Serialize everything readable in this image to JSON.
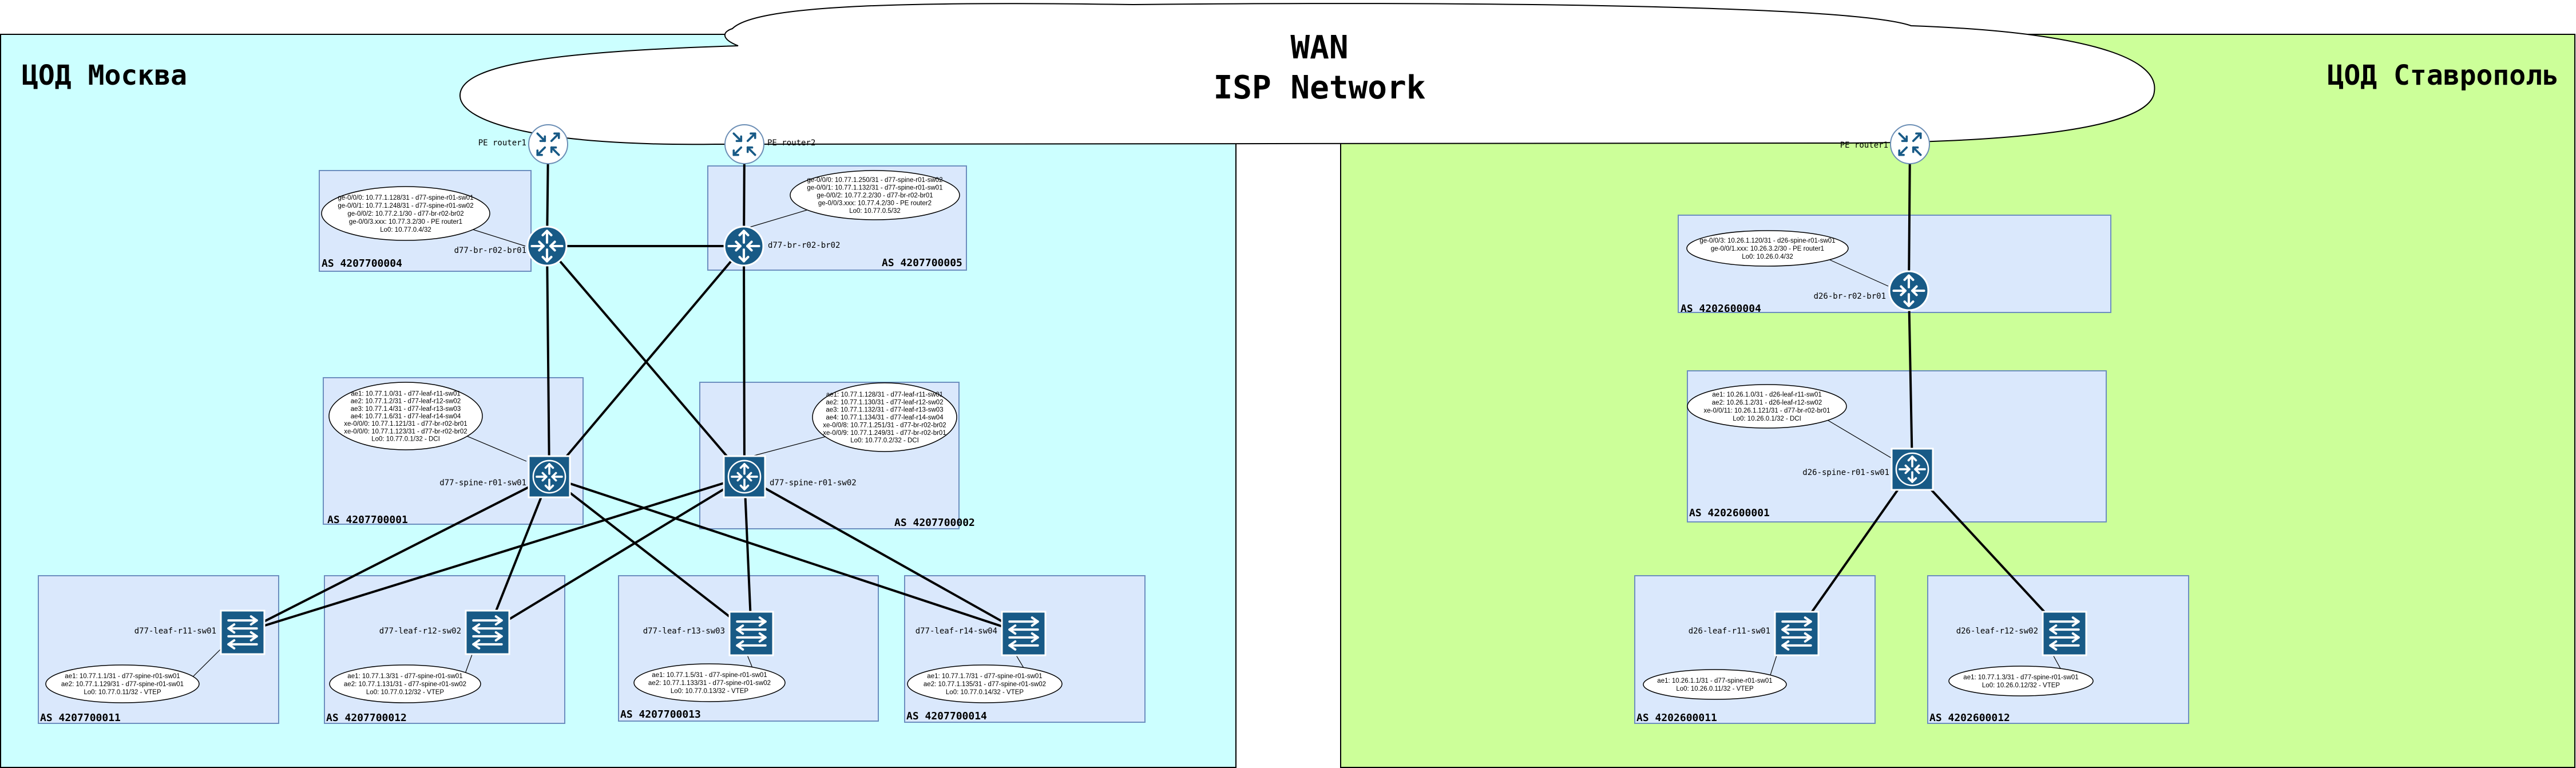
{
  "colors": {
    "moscow_bg": "#ccffff",
    "stavropol_bg": "#ccff99",
    "zone_fill": "#dae8fc",
    "zone_stroke": "#6c8ebf",
    "device_fill": "#185a86",
    "device_stroke": "#ffffff",
    "note_fill": "#ffffff",
    "line": "#000000",
    "cloud_fill": "#ffffff"
  },
  "dc_moscow": {
    "title": "ЦОД Москва"
  },
  "dc_stavropol": {
    "title": "ЦОД Ставрополь"
  },
  "wan": {
    "line1": "WAN",
    "line2": "ISP Network"
  },
  "pe_routers": {
    "msk_pe1": {
      "label": "PE router1",
      "icon": "router-icon"
    },
    "msk_pe2": {
      "label": "PE router2",
      "icon": "router-icon"
    },
    "stv_pe1": {
      "label": "PE router1",
      "icon": "router-icon"
    }
  },
  "zones": {
    "msk_br01": {
      "as": "AS 4207700004"
    },
    "msk_br02": {
      "as": "AS 4207700005"
    },
    "msk_sp01": {
      "as": "AS 4207700001"
    },
    "msk_sp02": {
      "as": "AS 4207700002"
    },
    "msk_lf01": {
      "as": "AS 4207700011"
    },
    "msk_lf02": {
      "as": "AS 4207700012"
    },
    "msk_lf03": {
      "as": "AS 4207700013"
    },
    "msk_lf04": {
      "as": "AS 4207700014"
    },
    "stv_br01": {
      "as": "AS 4202600004"
    },
    "stv_sp01": {
      "as": "AS 4202600001"
    },
    "stv_lf01": {
      "as": "AS 4202600011"
    },
    "stv_lf02": {
      "as": "AS 4202600012"
    }
  },
  "devices": {
    "msk_br01": {
      "name": "d77-br-r02-br01",
      "icon": "border-router-icon"
    },
    "msk_br02": {
      "name": "d77-br-r02-br02",
      "icon": "border-router-icon"
    },
    "msk_sp01": {
      "name": "d77-spine-r01-sw01",
      "icon": "spine-router-icon"
    },
    "msk_sp02": {
      "name": "d77-spine-r01-sw02",
      "icon": "spine-router-icon"
    },
    "msk_lf01": {
      "name": "d77-leaf-r11-sw01",
      "icon": "leaf-switch-icon"
    },
    "msk_lf02": {
      "name": "d77-leaf-r12-sw02",
      "icon": "leaf-switch-icon"
    },
    "msk_lf03": {
      "name": "d77-leaf-r13-sw03",
      "icon": "leaf-switch-icon"
    },
    "msk_lf04": {
      "name": "d77-leaf-r14-sw04",
      "icon": "leaf-switch-icon"
    },
    "stv_br01": {
      "name": "d26-br-r02-br01",
      "icon": "border-router-icon"
    },
    "stv_sp01": {
      "name": "d26-spine-r01-sw01",
      "icon": "spine-router-icon"
    },
    "stv_lf01": {
      "name": "d26-leaf-r11-sw01",
      "icon": "leaf-switch-icon"
    },
    "stv_lf02": {
      "name": "d26-leaf-r12-sw02",
      "icon": "leaf-switch-icon"
    }
  },
  "notes": {
    "msk_br01": [
      "ge-0/0/0: 10.77.1.128/31 - d77-spine-r01-sw01",
      "ge-0/0/1: 10.77.1.248/31 - d77-spine-r01-sw02",
      "ge-0/0/2: 10.77.2.1/30 - d77-br-r02-br02",
      "ge-0/0/3.xxx: 10.77.3.2/30 - PE router1",
      "Lo0: 10.77.0.4/32"
    ],
    "msk_br02": [
      "ge-0/0/0: 10.77.1.250/31 - d77-spine-r01-sw02",
      "ge-0/0/1: 10.77.1.132/31 - d77-spine-r01-sw01",
      "ge-0/0/2: 10.77.2.2/30 - d77-br-r02-br01",
      "ge-0/0/3.xxx: 10.77.4.2/30 - PE router2",
      "Lo0: 10.77.0.5/32"
    ],
    "msk_sp01": [
      "ae1: 10.77.1.0/31 - d77-leaf-r11-sw01",
      "ae2: 10.77.1.2/31 - d77-leaf-r12-sw02",
      "ae3: 10.77.1.4/31 - d77-leaf-r13-sw03",
      "ae4: 10.77.1.6/31 - d77-leaf-r14-sw04",
      "xe-0/0/0: 10.77.1.121/31 - d77-br-r02-br01",
      "xe-0/0/0: 10.77.1.123/31 - d77-br-r02-br02",
      "Lo0: 10.77.0.1/32 - DCI"
    ],
    "msk_sp02": [
      "ae1: 10.77.1.128/31 - d77-leaf-r11-sw01",
      "ae2: 10.77.1.130/31 - d77-leaf-r12-sw02",
      "ae3: 10.77.1.132/31 - d77-leaf-r13-sw03",
      "ae4: 10.77.1.134/31 - d77-leaf-r14-sw04",
      "xe-0/0/8: 10.77.1.251/31 - d77-br-r02-br02",
      "xe-0/0/9: 10.77.1.249/31 - d77-br-r02-br01",
      "Lo0: 10.77.0.2/32 - DCI"
    ],
    "msk_lf01": [
      "ae1: 10.77.1.1/31 - d77-spine-r01-sw01",
      "ae2: 10.77.1.129/31 - d77-spine-r01-sw01",
      "Lo0: 10.77.0.11/32 - VTEP"
    ],
    "msk_lf02": [
      "ae1: 10.77.1.3/31 - d77-spine-r01-sw01",
      "ae2: 10.77.1.131/31 - d77-spine-r01-sw02",
      "Lo0: 10.77.0.12/32 - VTEP"
    ],
    "msk_lf03": [
      "ae1: 10.77.1.5/31 - d77-spine-r01-sw01",
      "ae2: 10.77.1.133/31 - d77-spine-r01-sw02",
      "Lo0: 10.77.0.13/32 - VTEP"
    ],
    "msk_lf04": [
      "ae1: 10.77.1.7/31 - d77-spine-r01-sw01",
      "ae2: 10.77.1.135/31 - d77-spine-r01-sw02",
      "Lo0: 10.77.0.14/32 - VTEP"
    ],
    "stv_br01": [
      "ge-0/0/3: 10.26.1.120/31 - d26-spine-r01-sw01",
      "ge-0/0/1.xxx: 10.26.3.2/30 - PE router1",
      "Lo0: 10.26.0.4/32"
    ],
    "stv_sp01": [
      "ae1: 10.26.1.0/31 - d26-leaf-r11-sw01",
      "ae2: 10.26.1.2/31 - d26-leaf-r12-sw02",
      "xe-0/0/11: 10.26.1.121/31 - d77-br-r02-br01",
      "Lo0: 10.26.0.1/32 - DCI"
    ],
    "stv_lf01": [
      "ae1: 10.26.1.1/31 - d77-spine-r01-sw01",
      "Lo0: 10.26.0.11/32 - VTEP"
    ],
    "stv_lf02": [
      "ae1: 10.77.1.3/31 - d77-spine-r01-sw01",
      "Lo0: 10.26.0.12/32 - VTEP"
    ]
  }
}
